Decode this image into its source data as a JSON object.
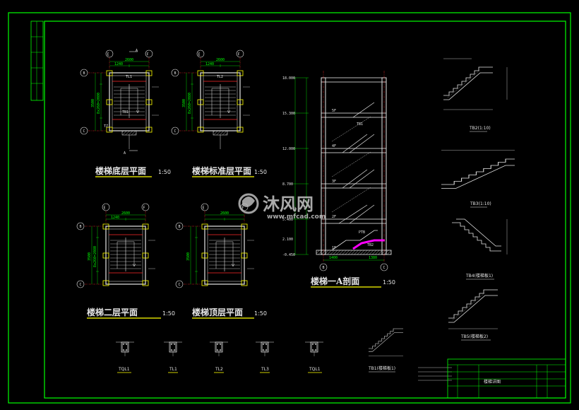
{
  "colors": {
    "background": "#000000",
    "frame": "#00ff00",
    "lines": "#e6e6e6",
    "axis": "#ff2a2a",
    "dimension": "#00ff00",
    "column": "#ffff00",
    "highlight": "#ff00ff"
  },
  "plans": [
    {
      "title": "楼梯底层平面",
      "scale": "1:50"
    },
    {
      "title": "楼梯标准层平面",
      "scale": "1:50"
    },
    {
      "title": "楼梯二层平面",
      "scale": "1:50"
    },
    {
      "title": "楼梯顶层平面",
      "scale": "1:50"
    }
  ],
  "section": {
    "title": "楼梯一A剖面",
    "scale": "1:50",
    "cut_mark": "A"
  },
  "dims": {
    "plan_width": "2600",
    "plan_width_split": "1240",
    "plan_depth": "3500",
    "stair_run": "8x260=2080",
    "section_left": "1400",
    "section_right": "1380"
  },
  "axes": {
    "col_a": "E",
    "col_b": "F",
    "row_a": "B",
    "row_b": "C"
  },
  "elevations": [
    "18.000",
    "15.300",
    "12.000",
    "8.700",
    "5.400",
    "2.100",
    "-0.450"
  ],
  "floor_labels": [
    "5F",
    "4F",
    "3F",
    "2F",
    "1F"
  ],
  "members": [
    "TL1",
    "TL2",
    "TB1",
    "TB2",
    "TZ",
    "PTB",
    "TQL"
  ],
  "details": [
    {
      "label": "TB2(1:10)"
    },
    {
      "label": "TB3(1:10)"
    },
    {
      "label": "TB4(楼梯板1)"
    },
    {
      "label": "TB5(楼梯板2)"
    },
    {
      "label": "TB1(楼梯板1)"
    }
  ],
  "sections": [
    "TQL1",
    "TL1",
    "TL2",
    "TL3",
    "TQL1"
  ],
  "title_block": {
    "name": "楼梯详图"
  },
  "watermark": {
    "brand": "沐风网",
    "url": "www.mfcad.com"
  }
}
